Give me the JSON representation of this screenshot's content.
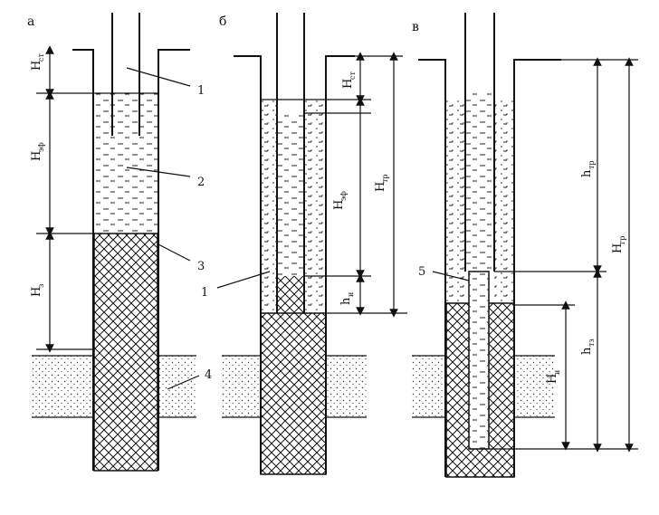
{
  "panels": {
    "a": {
      "letter": "а",
      "labels": {
        "h_st": "H",
        "h_st_sub": "ст",
        "h_ef": "H",
        "h_ef_sub": "эф",
        "h_z": "H",
        "h_z_sub": "з"
      },
      "callouts": [
        "1",
        "2",
        "3",
        "4"
      ]
    },
    "b": {
      "letter": "б",
      "labels": {
        "h_st": "H",
        "h_st_sub": "ст",
        "h_ef": "H",
        "h_ef_sub": "эф",
        "h_tr": "H",
        "h_tr_sub": "тр",
        "h_i": "h",
        "h_i_sub": "и"
      },
      "callouts": [
        "1"
      ]
    },
    "v": {
      "letter": "в",
      "labels": {
        "h_tr": "h",
        "h_tr_sub": "тр",
        "h_gr": "H",
        "h_gr_sub": "гр",
        "h_ts": "h",
        "h_ts_sub": "тз",
        "h_i": "H",
        "h_i_sub": "и"
      },
      "callouts": [
        "5"
      ]
    }
  }
}
